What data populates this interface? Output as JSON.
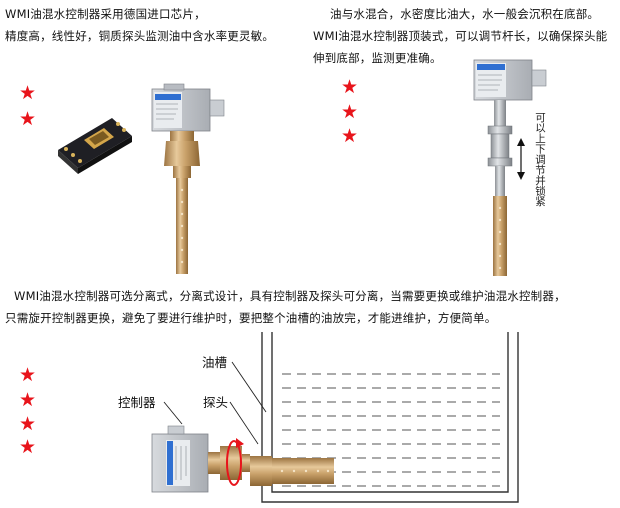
{
  "colors": {
    "star": "#e8141b",
    "text": "#111111",
    "brass": "#c9a16a",
    "device": "#b9bdc3"
  },
  "section1": {
    "line1": "WMI油混水控制器采用德国进口芯片，",
    "line2": "精度高，线性好，铜质探头监测油中含水率更灵敏。"
  },
  "section2": {
    "line1": "油与水混合，水密度比油大，水一般会沉积在底部。",
    "line2": "WMI油混水控制器顶装式，可以调节杆长，以确保探头能",
    "line3": "伸到底部，监测更准确。",
    "side_label": "可以上下调节并锁紧"
  },
  "section3": {
    "line1": "WMI油混水控制器可选分离式，分离式设计，具有控制器及探头可分离，当需要更换或维护油混水控制器，",
    "line2": "只需旋开控制器更换，避免了要进行维护时，要把整个油槽的油放完，才能进维护，方便简单。"
  },
  "diagram": {
    "tank_label": "油槽",
    "probe_label": "探头",
    "controller_label": "控制器"
  },
  "icons": [
    "star-icon",
    "chip-image",
    "sensor-device-image",
    "rotation-arrow-icon",
    "double-arrow-icon"
  ]
}
